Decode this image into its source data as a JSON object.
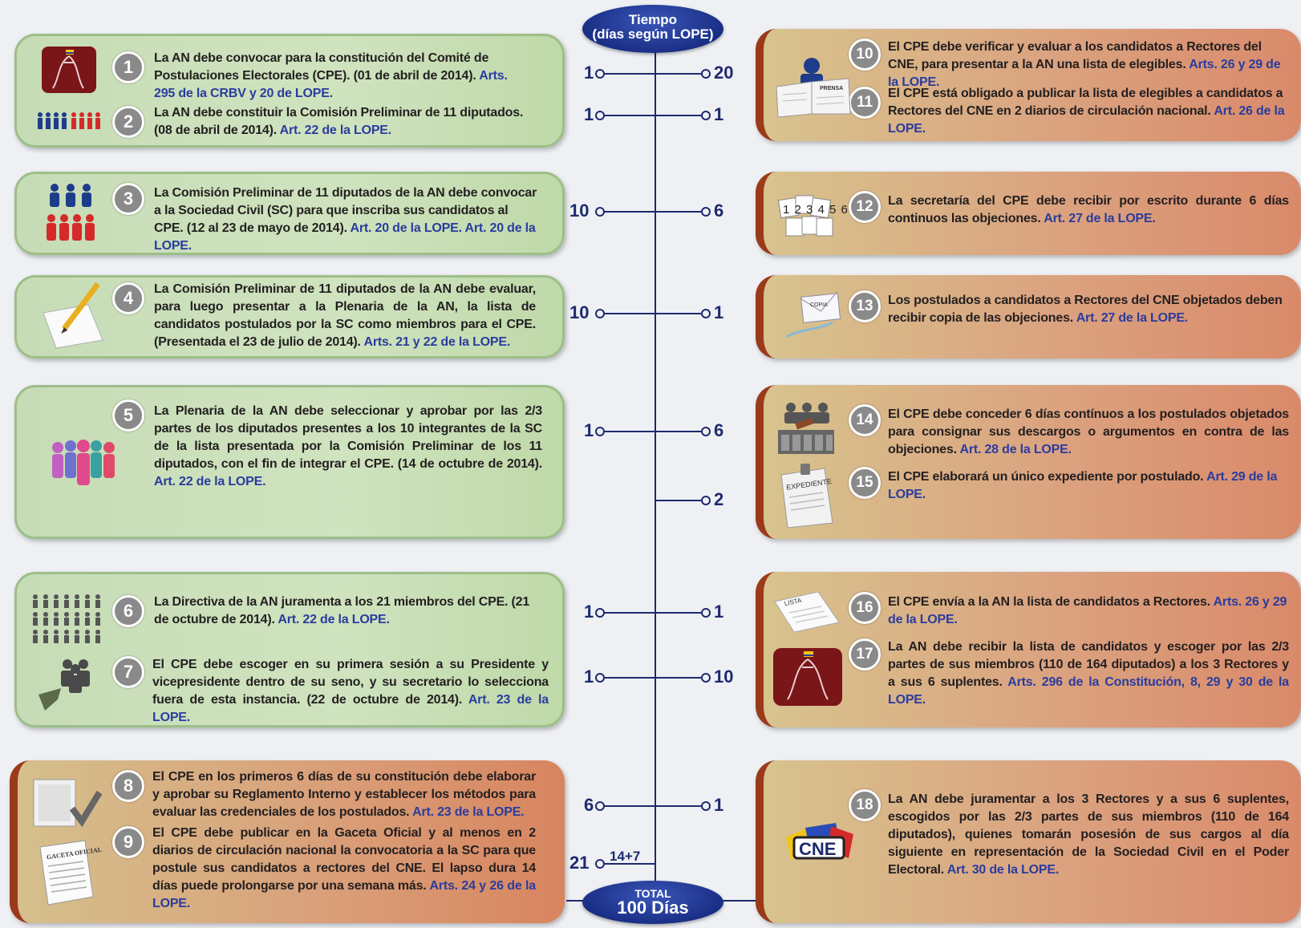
{
  "timeline": {
    "header_line1": "Tiempo",
    "header_line2": "(días según LOPE)",
    "total_line1": "TOTAL",
    "total_line2": "100 Días",
    "extra_label": "14+7",
    "rows": [
      {
        "left": "1",
        "right": "20"
      },
      {
        "left": "1",
        "right": "1"
      },
      {
        "left": "10",
        "right": "6"
      },
      {
        "left": "10",
        "right": "1"
      },
      {
        "left": "1",
        "right": "6"
      },
      {
        "left": "",
        "right": "2"
      },
      {
        "left": "1",
        "right": "1"
      },
      {
        "left": "1",
        "right": "10"
      },
      {
        "left": "6",
        "right": "1"
      },
      {
        "left": "21",
        "right": ""
      }
    ]
  },
  "steps": [
    {
      "n": "1",
      "text": "La AN debe convocar para la constitución del Comité de Postulaciones Electorales (CPE). (01 de abril de 2014).",
      "art": "Arts. 295 de la CRBV y 20 de LOPE."
    },
    {
      "n": "2",
      "text": "La AN debe constituir la Comisión Preliminar de 11 diputados. (08 de abril de 2014).",
      "art": "Art. 22 de la LOPE."
    },
    {
      "n": "3",
      "text": "La Comisión Preliminar de 11 diputados de la AN debe convocar a la Sociedad Civil (SC) para que inscriba sus candidatos al CPE. (12 al 23 de mayo de 2014).",
      "art": "Art. 20 de la LOPE. Art. 20 de la LOPE."
    },
    {
      "n": "4",
      "text": "La Comisión Preliminar de 11 diputados de la AN debe evaluar, para luego presentar a la Plenaria de la AN, la lista de candidatos postulados por la SC como miembros para el CPE. (Presentada el 23 de julio de 2014).",
      "art": "Arts. 21 y 22 de la LOPE."
    },
    {
      "n": "5",
      "text": "La Plenaria de la AN debe seleccionar y aprobar por las 2/3 partes de los diputados presentes a los 10 integrantes de la SC de la lista presentada por la Comisión Preliminar de los 11 diputados, con el fin de integrar el CPE. (14 de octubre de 2014).",
      "art": "Art. 22 de la LOPE."
    },
    {
      "n": "6",
      "text": "La Directiva de la AN juramenta a los 21 miembros del CPE. (21 de octubre de 2014).",
      "art": "Art. 22 de la LOPE."
    },
    {
      "n": "7",
      "text": "El CPE debe escoger en su primera sesión a su Presidente y vicepresidente dentro de su seno, y su secretario lo selecciona fuera de esta instancia. (22 de octubre de 2014).",
      "art": "Art. 23 de la LOPE."
    },
    {
      "n": "8",
      "text": "El CPE en los primeros 6 días de su constitución debe elaborar y aprobar su Reglamento Interno y establecer los métodos para evaluar las credenciales de los postulados.",
      "art": "Art. 23 de la LOPE."
    },
    {
      "n": "9",
      "text": "El CPE debe publicar en la Gaceta Oficial y al menos en 2 diarios de circulación nacional la convocatoria a la SC para que postule sus candidatos a rectores del CNE. El lapso dura 14 días puede prolongarse por una semana más.",
      "art": "Arts. 24 y 26 de la LOPE."
    },
    {
      "n": "10",
      "text": "El CPE debe verificar y evaluar a los candidatos a Rectores del CNE, para presentar a la AN una lista de elegibles.",
      "art": "Arts. 26 y 29 de la LOPE."
    },
    {
      "n": "11",
      "text": "El CPE está obligado a publicar la lista de elegibles a candidatos a Rectores del CNE en 2 diarios de circulación nacional.",
      "art": "Art. 26 de la LOPE."
    },
    {
      "n": "12",
      "text": "La secretaría del CPE debe recibir por escrito durante 6 días continuos las objeciones.",
      "art": "Art. 27 de la LOPE."
    },
    {
      "n": "13",
      "text": "Los postulados a candidatos a Rectores del CNE objetados deben recibir copia de las objeciones.",
      "art": "Art. 27 de la LOPE."
    },
    {
      "n": "14",
      "text": "El CPE debe conceder 6 días contínuos a los postulados objetados para consignar sus descargos o argumentos en contra de las objeciones.",
      "art": "Art. 28 de la LOPE."
    },
    {
      "n": "15",
      "text": "El CPE elaborará un único expediente por postulado.",
      "art": "Art. 29 de la LOPE."
    },
    {
      "n": "16",
      "text": "El CPE envía a la AN la lista de candidatos a Rectores.",
      "art": "Arts. 26 y 29 de la LOPE."
    },
    {
      "n": "17",
      "text": "La AN debe recibir la lista de candidatos y escoger por las 2/3 partes de sus miembros (110 de 164 diputados) a los 3 Rectores y a sus 6 suplentes.",
      "art": "Arts. 296 de la Constitución, 8, 29 y 30 de la LOPE."
    },
    {
      "n": "18",
      "text": "La AN debe juramentar a los 3 Rectores y a sus 6 suplentes, escogidos por las 2/3 partes de sus miembros (110 de 164 diputados), quienes tomarán posesión de sus cargos al día siguiente en representación de la Sociedad Civil en el Poder Electoral.",
      "art": "Art. 30 de la LOPE."
    }
  ],
  "icons": {
    "paper_label": "PRENSA",
    "copy_label": "COPIA",
    "file_label": "EXPEDIENTE",
    "list_label": "LISTA",
    "gazette_label": "GACETA OFICIAL",
    "cne_label": "CNE",
    "numbers_label": "1 2 3 4 5 6"
  }
}
